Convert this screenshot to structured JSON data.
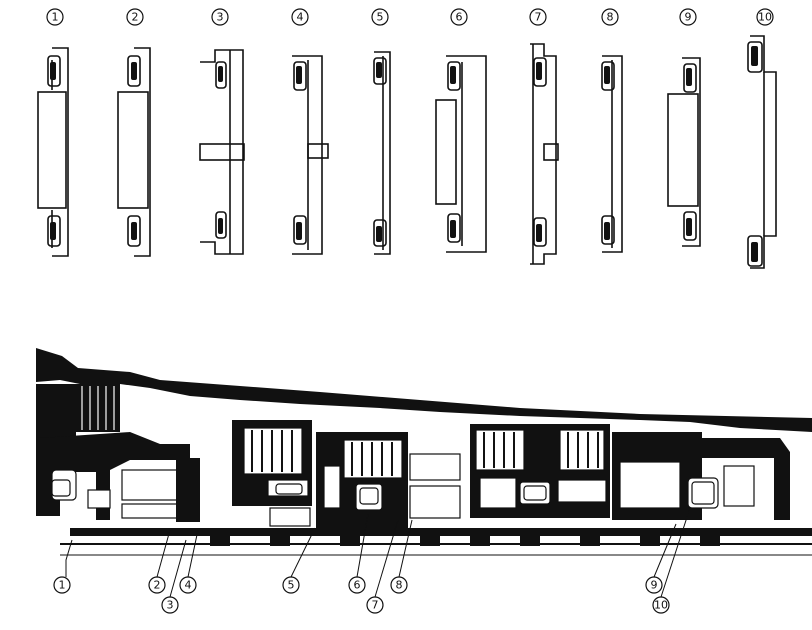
{
  "top_labels": [
    "1",
    "2",
    "3",
    "4",
    "5",
    "6",
    "7",
    "8",
    "9",
    "10"
  ],
  "callout_labels": [
    "1",
    "2",
    "3",
    "4",
    "5",
    "6",
    "7",
    "8",
    "9",
    "10"
  ]
}
